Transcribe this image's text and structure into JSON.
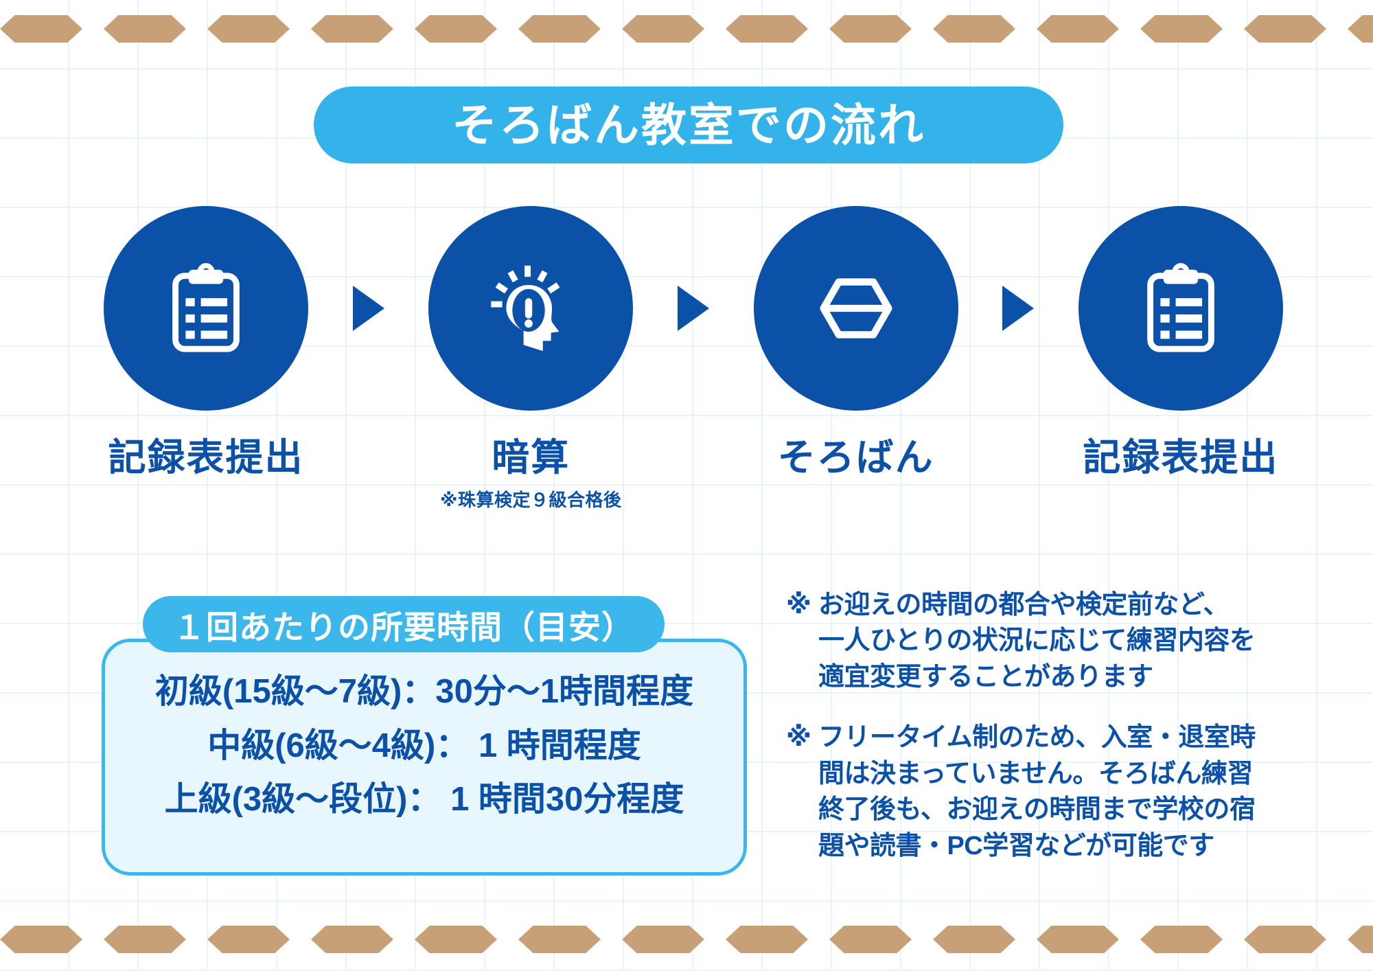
{
  "title": "そろばん教室での流れ",
  "colors": {
    "deep_blue": "#0c51a8",
    "sky_blue": "#34b3ea",
    "light_panel": "#e8f6fd",
    "grid_line": "#e8f4fb",
    "chevron_tan": "#c8a078"
  },
  "flow": {
    "steps": [
      {
        "label": "記録表提出",
        "sub": "",
        "icon": "clipboard-checklist-icon"
      },
      {
        "label": "暗算",
        "sub": "※珠算検定９級合格後",
        "icon": "head-idea-icon"
      },
      {
        "label": "そろばん",
        "sub": "",
        "icon": "soroban-bead-icon"
      },
      {
        "label": "記録表提出",
        "sub": "",
        "icon": "clipboard-checklist-icon"
      }
    ],
    "arrow_icon": "arrow-right-triangle-icon"
  },
  "duration": {
    "header": "１回あたりの所要時間（目安）",
    "lines": [
      "初級(15級〜7級)：30分〜1時間程度",
      "中級(6級〜4級)： 1 時間程度",
      "上級(3級〜段位)： 1 時間30分程度"
    ]
  },
  "notes": [
    {
      "mark": "※",
      "lines": [
        "お迎えの時間の都合や検定前など、",
        "一人ひとりの状況に応じて練習内容を",
        "適宜変更することがあります"
      ]
    },
    {
      "mark": "※",
      "lines": [
        "フリータイム制のため、入室・退室時",
        "間は決まっていません。そろばん練習",
        "終了後も、お迎えの時間まで学校の宿",
        "題や読書・PC学習などが可能です"
      ]
    }
  ]
}
